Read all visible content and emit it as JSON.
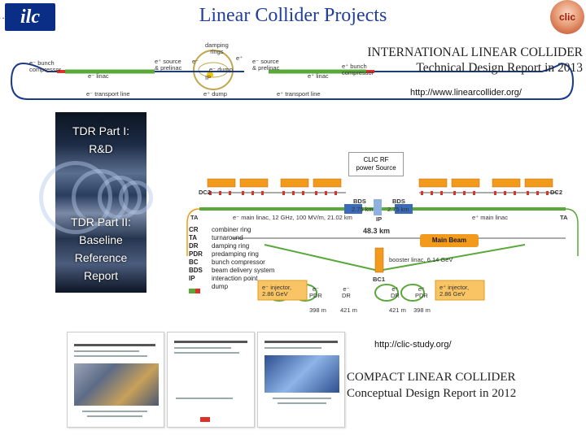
{
  "header": {
    "title": "Linear Collider Projects",
    "ilc_logo_text": "ilc",
    "ilc_logo_dots": "....",
    "clic_logo_text": "clic"
  },
  "ilc": {
    "tdr_title": "INTERNATIONAL LINEAR COLLIDER",
    "tdr_subtitle": "Technical Design Report in 2013",
    "url": "http://www.linearcollider.org/",
    "diagram_labels": {
      "bunch_compressor_left": "e⁻ bunch\ncompressor",
      "linac_left": "e⁻ linac",
      "transport_line_left": "e⁻ transport line",
      "source_left": "e⁺ source\n& prelinac",
      "damping_rings": "damping\nrings",
      "e_minus": "e⁻",
      "e_dump": "e⁻ dump",
      "ip": "IP",
      "e_plus_dump": "e⁺ dump",
      "source_right": "e⁻ source\n& prelinac",
      "e_plus": "e⁺",
      "linac_right": "e⁺ linac",
      "bunch_compressor_right": "e⁺ bunch\ncompressor",
      "transport_line_right": "e⁺ transport line"
    }
  },
  "tdr_panel": {
    "part1": "TDR Part I:\nR&D",
    "part2": "TDR Part II:\nBaseline\nReference\nReport"
  },
  "clic": {
    "rf_source": "CLIC RF\npower Source",
    "drive_beam_left": "DC2",
    "drive_beam_right": "DC2",
    "bds_left": "BDS",
    "bds_right": "BDS",
    "ip": "IP",
    "ta_left": "TA",
    "ta_right": "TA",
    "length_left": "2.75 km",
    "length_right": "2.75 km",
    "main_linac_left": "e⁻ main linac, 12 GHz, 100 MV/m, 21.02 km",
    "main_linac_right": "e⁺ main linac",
    "total_length": "48.3 km",
    "main_beam": "Main Beam",
    "booster": "booster linac, 6.14 GeV",
    "bc1": "BC1",
    "e_injector_left": "e⁻ injector,\n2.86 GeV",
    "e_injector_right": "e⁺ injector,\n2.86 GeV",
    "pdr_left": "e⁻\nPDR",
    "dr_left": "e⁻\nDR",
    "dr_right": "e⁺\nDR",
    "pdr_right": "e⁺\nPDR",
    "len_pdr_left": "398 m",
    "len_dr_left": "421 m",
    "len_dr_right": "421 m",
    "len_pdr_right": "398 m",
    "legend": [
      {
        "code": "CR",
        "desc": "combiner ring"
      },
      {
        "code": "TA",
        "desc": "turnaround"
      },
      {
        "code": "DR",
        "desc": "damping ring"
      },
      {
        "code": "PDR",
        "desc": "predamping ring"
      },
      {
        "code": "BC",
        "desc": "bunch compressor"
      },
      {
        "code": "BDS",
        "desc": "beam delivery system"
      },
      {
        "code": "IP",
        "desc": "interaction point"
      },
      {
        "code": "",
        "desc": "dump"
      }
    ],
    "url": "http://clic-study.org/",
    "cdr_title": "COMPACT LINEAR COLLIDER",
    "cdr_subtitle": "Conceptual Design Report in 2012"
  },
  "colors": {
    "title_blue": "#1f3f9a",
    "ilc_blue": "#0a2e86",
    "clic_red": "#c0441f",
    "beam_orange": "#f29a1c",
    "linac_green": "#5aa83a",
    "module_red": "#d9342b"
  }
}
